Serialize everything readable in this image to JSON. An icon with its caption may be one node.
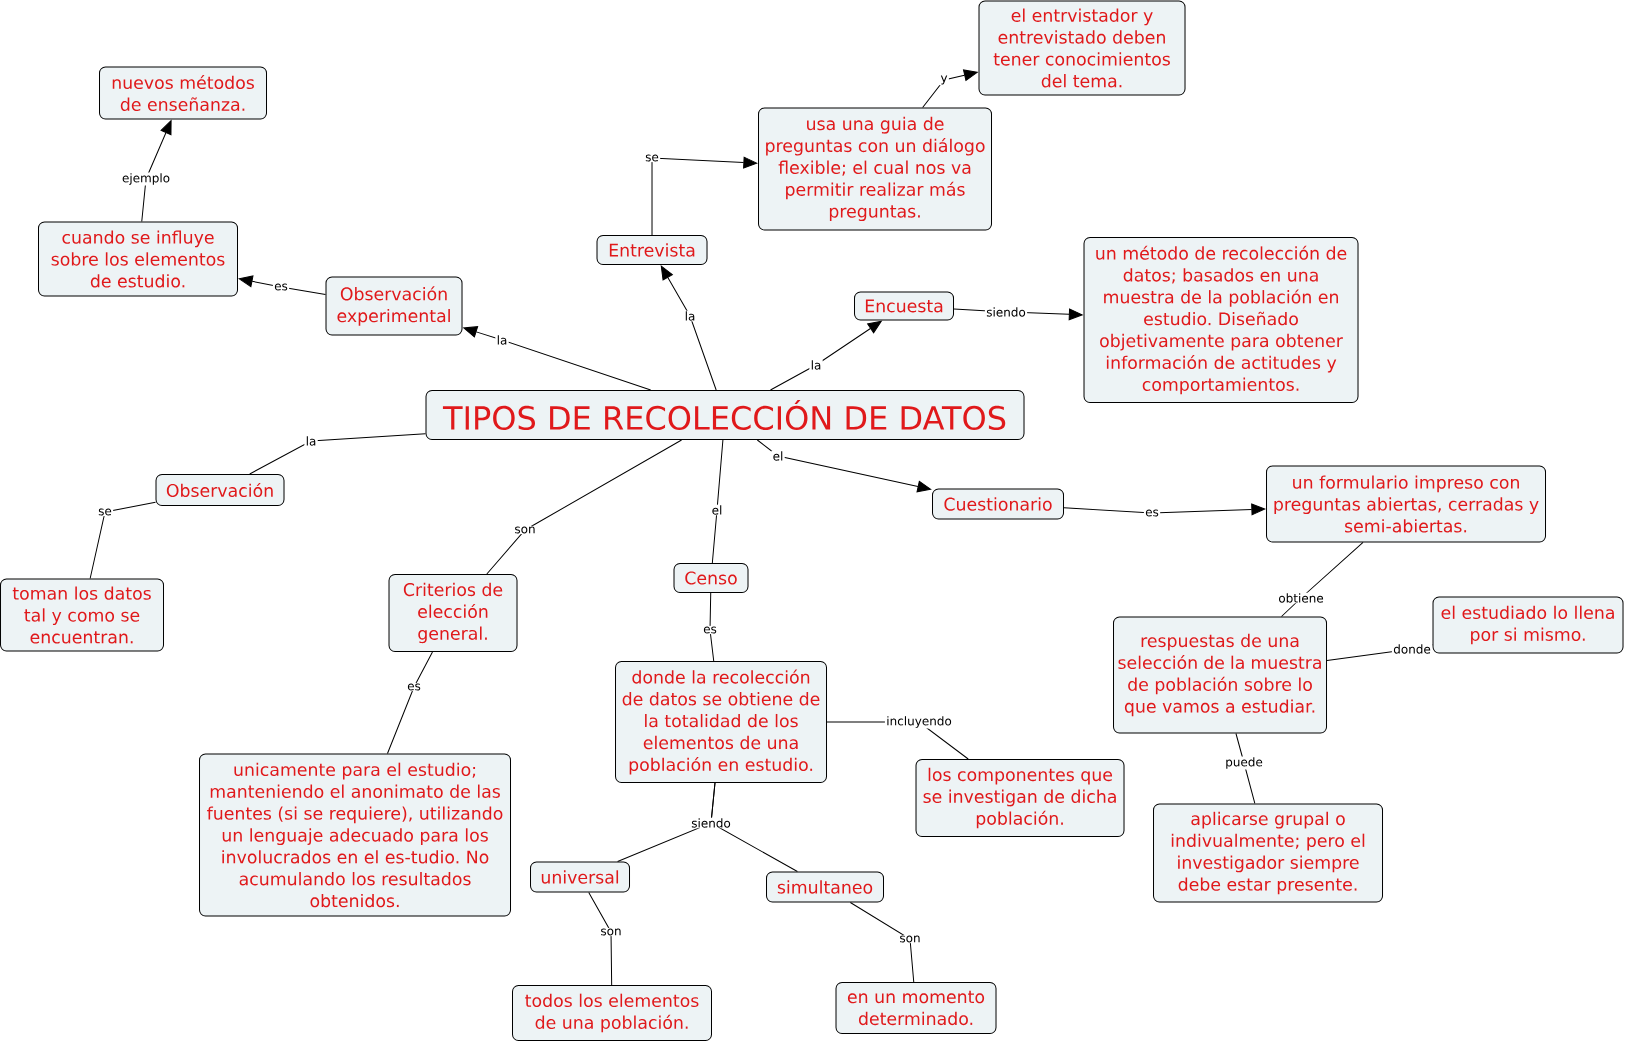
{
  "diagram": {
    "nodes": [
      {
        "text": [
          "TIPOS DE RECOLECCIÓN DE DATOS"
        ]
      },
      {
        "text": [
          "Observación experimental"
        ]
      },
      {
        "text": [
          "cuando se influye sobre los elementos de estudio."
        ]
      },
      {
        "text": [
          "nuevos métodos de enseñanza."
        ]
      },
      {
        "text": [
          "Entrevista"
        ]
      },
      {
        "text": [
          "usa una guia de preguntas con un diálogo flexible; el cual nos va permitir realizar más preguntas."
        ]
      },
      {
        "text": [
          "el entrvistador y entrevistado deben tener conocimientos del tema."
        ]
      },
      {
        "text": [
          "Encuesta"
        ]
      },
      {
        "text": [
          "un método de recolección de datos; basados en una muestra de la población en estudio. Diseñado objetivamente para obtener información de actitudes y comportamientos."
        ]
      },
      {
        "text": [
          "Observación"
        ]
      },
      {
        "text": [
          "toman los datos tal y como se encuentran."
        ]
      },
      {
        "text": [
          "Criterios de elección general."
        ]
      },
      {
        "text": [
          "unicamente para el estudio; manteniendo el anonimato de las fuentes (si se requiere), utilizando un lenguaje adecuado para los involucrados en el es-tudio. No acumulando los resultados obtenidos."
        ]
      },
      {
        "text": [
          "Censo"
        ]
      },
      {
        "text": [
          "donde la recolección de datos se obtiene de la totalidad de los elementos de una población en estudio."
        ]
      },
      {
        "text": [
          "los componentes que se investigan de dicha población."
        ]
      },
      {
        "text": [
          "universal"
        ]
      },
      {
        "text": [
          "simultaneo"
        ]
      },
      {
        "text": [
          "todos los elementos de una población."
        ]
      },
      {
        "text": [
          "en un momento determinado."
        ]
      },
      {
        "text": [
          "Cuestionario"
        ]
      },
      {
        "text": [
          "un formulario impreso con preguntas abiertas, cerradas y semi-abiertas."
        ]
      },
      {
        "text": [
          "respuestas de una selección de la muestra de población sobre lo que vamos a estudiar."
        ]
      },
      {
        "text": [
          "el estudiado lo llena por si mismo."
        ]
      },
      {
        "text": [
          "aplicarse grupal o indivualmente; pero el investigador siempre debe estar presente."
        ]
      }
    ],
    "edges": [
      {
        "from": 0,
        "to": 1,
        "arrow": "to",
        "label": "la"
      },
      {
        "from": 1,
        "to": 2,
        "arrow": "to",
        "label": "es"
      },
      {
        "from": 2,
        "to": 3,
        "arrow": "to",
        "label": "ejemplo"
      },
      {
        "from": 0,
        "to": 4,
        "arrow": "to",
        "label": "la"
      },
      {
        "from": 4,
        "to": 5,
        "arrow": "to",
        "label": "se"
      },
      {
        "from": 5,
        "to": 6,
        "arrow": "to",
        "label": "y"
      },
      {
        "from": 0,
        "to": 7,
        "arrow": "to",
        "label": "la"
      },
      {
        "from": 7,
        "to": 8,
        "arrow": "to",
        "label": "siendo"
      },
      {
        "from": 0,
        "to": 9,
        "arrow": "none",
        "label": "la"
      },
      {
        "from": 9,
        "to": 10,
        "arrow": "none",
        "label": "se"
      },
      {
        "from": 0,
        "to": 11,
        "arrow": "none",
        "label": "son"
      },
      {
        "from": 11,
        "to": 12,
        "arrow": "none",
        "label": "es"
      },
      {
        "from": 0,
        "to": 13,
        "arrow": "none",
        "label": "el"
      },
      {
        "from": 13,
        "to": 14,
        "arrow": "none",
        "label": "es"
      },
      {
        "from": 14,
        "to": 15,
        "arrow": "none",
        "label": "incluyendo"
      },
      {
        "from": 14,
        "to": 16,
        "arrow": "none",
        "label": "siendo"
      },
      {
        "from": 14,
        "to": 17,
        "arrow": "none"
      },
      {
        "from": 16,
        "to": 18,
        "arrow": "none",
        "label": "son"
      },
      {
        "from": 17,
        "to": 19,
        "arrow": "none",
        "label": "son"
      },
      {
        "from": 0,
        "to": 20,
        "arrow": "to",
        "label": "el"
      },
      {
        "from": 20,
        "to": 21,
        "arrow": "to",
        "label": "es"
      },
      {
        "from": 21,
        "to": 22,
        "arrow": "none",
        "label": "obtiene"
      },
      {
        "from": 22,
        "to": 23,
        "arrow": "none",
        "label": "donde"
      },
      {
        "from": 22,
        "to": 24,
        "arrow": "none",
        "label": "puede"
      }
    ]
  }
}
